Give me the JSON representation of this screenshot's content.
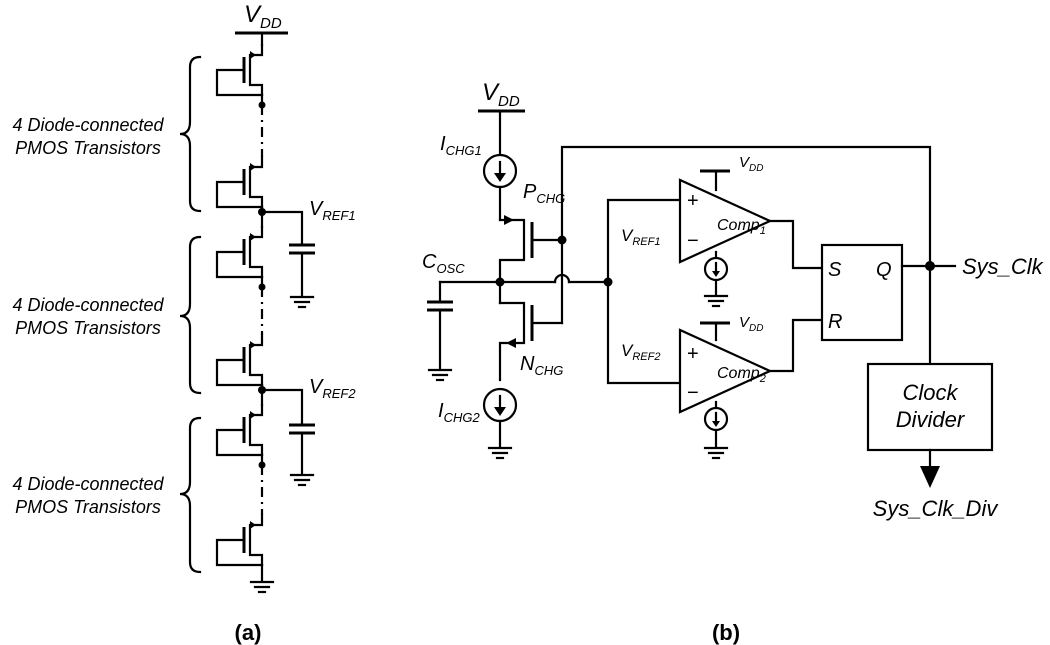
{
  "left": {
    "vdd": {
      "main": "V",
      "sub": "DD"
    },
    "groups": [
      {
        "line1": "4 Diode-connected",
        "line2": "PMOS Transistors"
      },
      {
        "line1": "4 Diode-connected",
        "line2": "PMOS Transistors"
      },
      {
        "line1": "4 Diode-connected",
        "line2": "PMOS Transistors"
      }
    ],
    "vref1": {
      "main": "V",
      "sub": "REF1"
    },
    "vref2": {
      "main": "V",
      "sub": "REF2"
    },
    "caption": "(a)"
  },
  "right": {
    "vdd": {
      "main": "V",
      "sub": "DD"
    },
    "ichg1": {
      "main": "I",
      "sub": "CHG1"
    },
    "ichg2": {
      "main": "I",
      "sub": "CHG2"
    },
    "pchg": {
      "main": "P",
      "sub": "CHG"
    },
    "nchg": {
      "main": "N",
      "sub": "CHG"
    },
    "cosc": {
      "main": "C",
      "sub": "OSC"
    },
    "comp1": {
      "name_main": "Comp",
      "name_sub": "1",
      "plus": "+",
      "minus": "−",
      "vref": {
        "main": "V",
        "sub": "REF1"
      },
      "vdd": {
        "main": "V",
        "sub": "DD"
      }
    },
    "comp2": {
      "name_main": "Comp",
      "name_sub": "2",
      "plus": "+",
      "minus": "−",
      "vref": {
        "main": "V",
        "sub": "REF2"
      },
      "vdd": {
        "main": "V",
        "sub": "DD"
      }
    },
    "latch": {
      "s": "S",
      "r": "R",
      "q": "Q"
    },
    "divider": {
      "line1": "Clock",
      "line2": "Divider"
    },
    "sys_clk": "Sys_Clk",
    "sys_clk_div": "Sys_Clk_Div",
    "caption": "(b)"
  }
}
